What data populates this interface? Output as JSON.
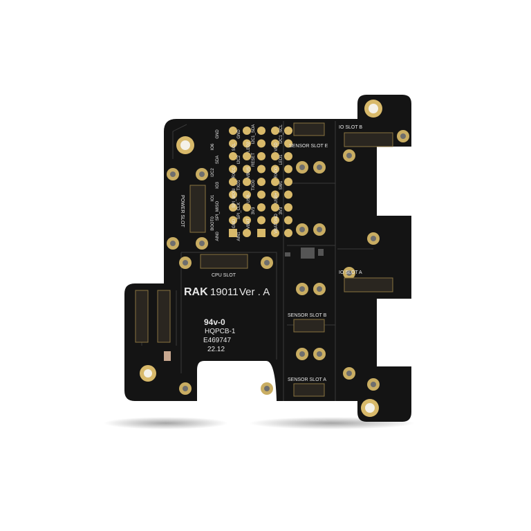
{
  "board": {
    "brand": "RAK",
    "model": "19011",
    "version": "Ver . A",
    "flammability": "94v-0",
    "manufacturer": "HQPCB-1",
    "ul_file": "E469747",
    "date_code": "22.12"
  },
  "slots": {
    "power": "POWER SLOT",
    "cpu": "CPU SLOT",
    "io_b": "IO SLOT B",
    "io_a": "IO SLOT A",
    "sensor_e": "SENSOR SLOT E",
    "sensor_b": "SENSOR SLOT B",
    "sensor_a": "SENSOR SLOT A"
  },
  "pin_columns": [
    [
      "GND",
      "IO6",
      "SDA",
      "I2C2",
      "IO3",
      "IO1",
      "SPI_MISO",
      "BOOT0",
      "AIN0"
    ],
    [
      "GND",
      "SCL",
      "I2C2",
      "RXD1",
      "TXD1",
      "SPI_MOSI",
      "SPI_CLK",
      "GND",
      "AIN1"
    ],
    [
      "I2C1_SDA",
      "LED2",
      "RESET",
      "VBUS",
      "TXD0",
      "USB-",
      "3V3",
      "VBAT"
    ],
    [
      "I2C1_SCL",
      "VDD",
      "LED1",
      "RXD0",
      "SW1",
      "USB+",
      "3V3",
      "VBATGND"
    ]
  ],
  "colors": {
    "board": "#141414",
    "gold": "#d8b96a",
    "silk": "#e8e8e8"
  }
}
